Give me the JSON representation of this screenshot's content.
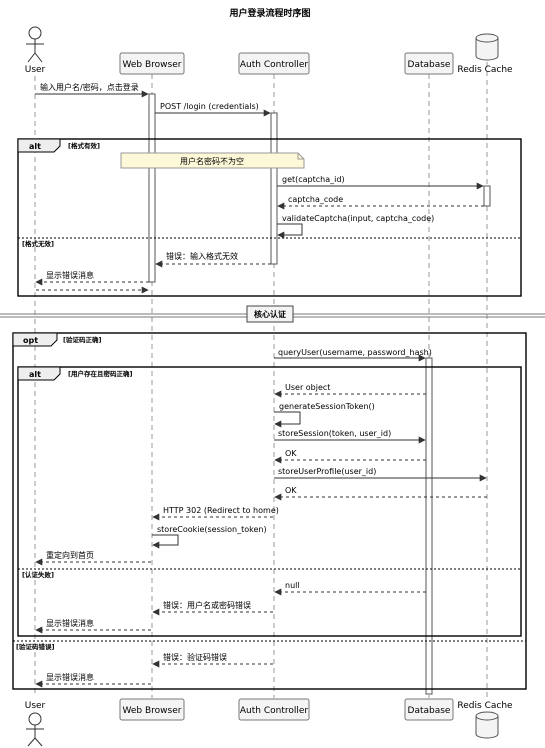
{
  "title": "用户登录流程时序图",
  "participants": {
    "user": "User",
    "browser": "Web Browser",
    "auth": "Auth Controller",
    "db": "Database",
    "redis": "Redis Cache"
  },
  "fragments": {
    "alt1": {
      "tag": "alt",
      "guard": "[格式有效]",
      "else_guard": "[格式无效]"
    },
    "note": "用户名密码不为空",
    "divider": "核心认证",
    "opt": {
      "tag": "opt",
      "guard": "[验证码正确]",
      "else_guard": "[验证码错误]"
    },
    "alt2": {
      "tag": "alt",
      "guard": "[用户存在且密码正确]",
      "else_guard": "[认证失败]"
    }
  },
  "messages": [
    "输入用户名/密码，点击登录",
    "POST /login (credentials)",
    "get(captcha_id)",
    "captcha_code",
    "validateCaptcha(input, captcha_code)",
    "错误：输入格式无效",
    "显示错误消息",
    "queryUser(username, password_hash)",
    "User object",
    "generateSessionToken()",
    "storeSession(token, user_id)",
    "OK",
    "storeUserProfile(user_id)",
    "OK",
    "HTTP 302 (Redirect to home)",
    "storeCookie(session_token)",
    "重定向到首页",
    "null",
    "错误：用户名或密码错误",
    "显示错误消息",
    "错误：验证码错误",
    "显示错误消息"
  ]
}
